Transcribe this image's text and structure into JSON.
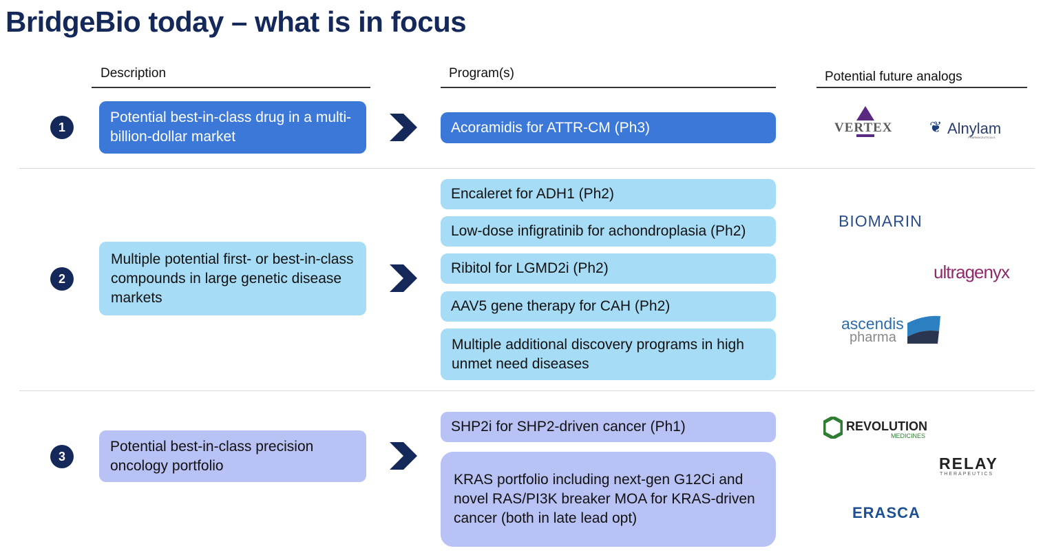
{
  "title": "BridgeBio today – what is in focus",
  "headers": {
    "description": "Description",
    "programs": "Program(s)",
    "analogs": "Potential future analogs"
  },
  "rows": [
    {
      "number": "1",
      "description": "Potential best-in-class drug in a multi-billion-dollar market",
      "programs": [
        "Acoramidis for ATTR-CM (Ph3)"
      ],
      "analogs": [
        "VERTEX",
        "Alnylam",
        "PHARMACEUTICALS"
      ]
    },
    {
      "number": "2",
      "description": "Multiple potential first- or best-in-class compounds in large genetic disease markets",
      "programs": [
        "Encaleret for ADH1 (Ph2)",
        "Low-dose infigratinib for achondroplasia (Ph2)",
        "Ribitol for LGMD2i (Ph2)",
        "AAV5 gene therapy for CAH (Ph2)",
        "Multiple additional discovery programs in high unmet need diseases"
      ],
      "analogs": [
        "BIOMARIN",
        "ultragenyx",
        "ascendis",
        "pharma"
      ]
    },
    {
      "number": "3",
      "description": "Potential best-in-class precision oncology portfolio",
      "programs": [
        "SHP2i for SHP2-driven cancer (Ph1)",
        "KRAS portfolio including next-gen G12Ci and novel RAS/PI3K breaker MOA for KRAS-driven cancer (both in late lead opt)"
      ],
      "analogs": [
        "REVOLUTION",
        "MEDICINES",
        "RELAY",
        "THERAPEUTICS",
        "ERASCA"
      ]
    }
  ],
  "colors": {
    "navy": "#14285a",
    "dark_box": "#3b78d8",
    "light_box": "#a6dcf5",
    "lavender_box": "#b8c2f5"
  },
  "icons": [
    "chevron-right-icon",
    "vertex-triangle-icon",
    "revolution-hex-icon",
    "ascendis-swoosh-icon"
  ]
}
